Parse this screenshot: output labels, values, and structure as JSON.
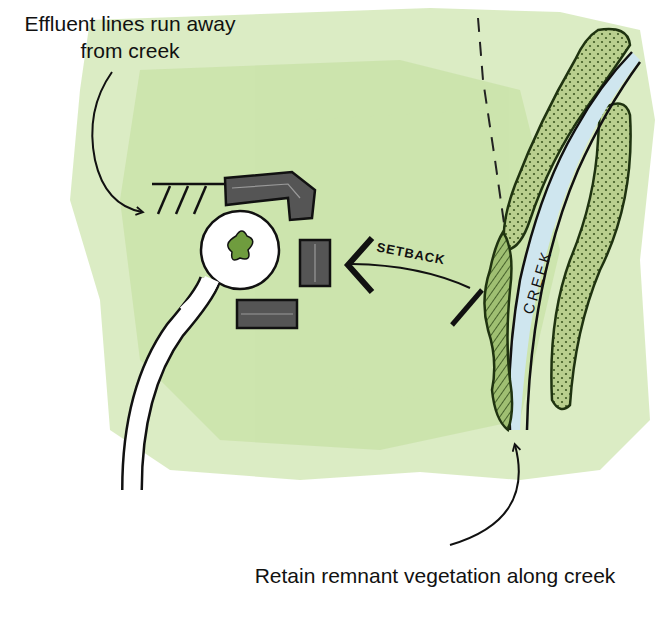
{
  "diagram": {
    "labels": [
      "Effluent lines run away from creek",
      "SETBACK",
      "CREEK",
      "Retain remnant vegetation along creek"
    ]
  }
}
